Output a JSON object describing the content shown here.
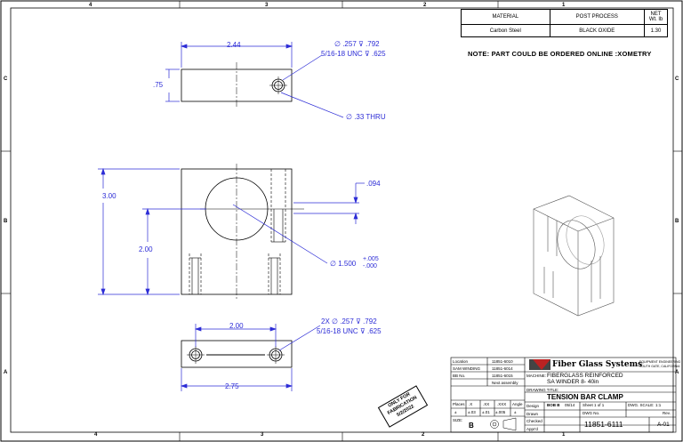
{
  "border": {
    "top_zones": [
      "4",
      "3",
      "2",
      "1"
    ],
    "bottom_zones": [
      "4",
      "3",
      "2",
      "1"
    ],
    "side_zones": [
      "C",
      "B",
      "A"
    ]
  },
  "bom_table": {
    "headers": [
      "MATERIAL",
      "POST PROCESS",
      "NET Wt. lb"
    ],
    "row": [
      "Carbon Steel",
      "BLACK OXIDE",
      "1.30"
    ]
  },
  "note": "NOTE: PART COULD BE ORDERED ONLINE :XOMETRY",
  "dimensions": {
    "top_width": "2.44",
    "top_height": ".75",
    "top_hole_callout_1": "∅ .257 ⊽ .792",
    "top_hole_callout_2": "5/16-18 UNC ⊽ .625",
    "thru_hole": "∅ .33 THRU",
    "front_total_height": "3.00",
    "front_center_height": "2.00",
    "slot_width": ".094",
    "bore_dia_1": "∅ 1.500",
    "bore_tol_plus": "+.005",
    "bore_tol_minus": "-.000",
    "bottom_hole_spacing": "2.00",
    "bottom_width": "2.75",
    "bottom_hole_callout_1": "2X ∅ .257 ⊽ .792",
    "bottom_hole_callout_2": "5/16-18 UNC ⊽ .625"
  },
  "stamp": {
    "line1": "ONLY FOR",
    "line2": "FABRICATION",
    "line3": "5/2/2022"
  },
  "title_block": {
    "company": "Fiber Glass Systems",
    "division": "EQUIPMENT ENGINEERING",
    "location": "SOUTH GATE, CALIFORNIA",
    "machine_label": "MACHINE:",
    "machine_line1": "FIBERGLASS REINFORCED",
    "machine_line2": "SA WINDER 8- 40in",
    "drawing_title_label": "DRAWING TITLE:",
    "drawing_title": "TENSION BAR CLAMP",
    "size_label": "SIZE:",
    "size": "B",
    "dwg_no_label": "DWG No.",
    "dwg_no": "11851-6111",
    "rev_label": "Rev.",
    "rev": "A-01",
    "sheet": "Sheet 1 of 1",
    "scale_label": "DWG. SCALE:",
    "scale": "1:1",
    "design_label": "Design",
    "designer": "BOB B",
    "design_date": "05/14",
    "drawn_label": "Drawn",
    "checked_label": "Checked",
    "approved_label": "Appr'd",
    "tol_labels": [
      "Places",
      ".X",
      ".XX",
      ".XXX",
      "Angle"
    ],
    "tol_values": [
      "±",
      "±.03",
      "±.01",
      "±.005",
      "±"
    ],
    "location_rows": [
      [
        "Location",
        "11851-6010"
      ],
      [
        "SAM WINDING",
        "11851-6014"
      ],
      [
        "BB No.",
        "11851-6015"
      ],
      [
        "",
        "Next assembly"
      ]
    ]
  }
}
